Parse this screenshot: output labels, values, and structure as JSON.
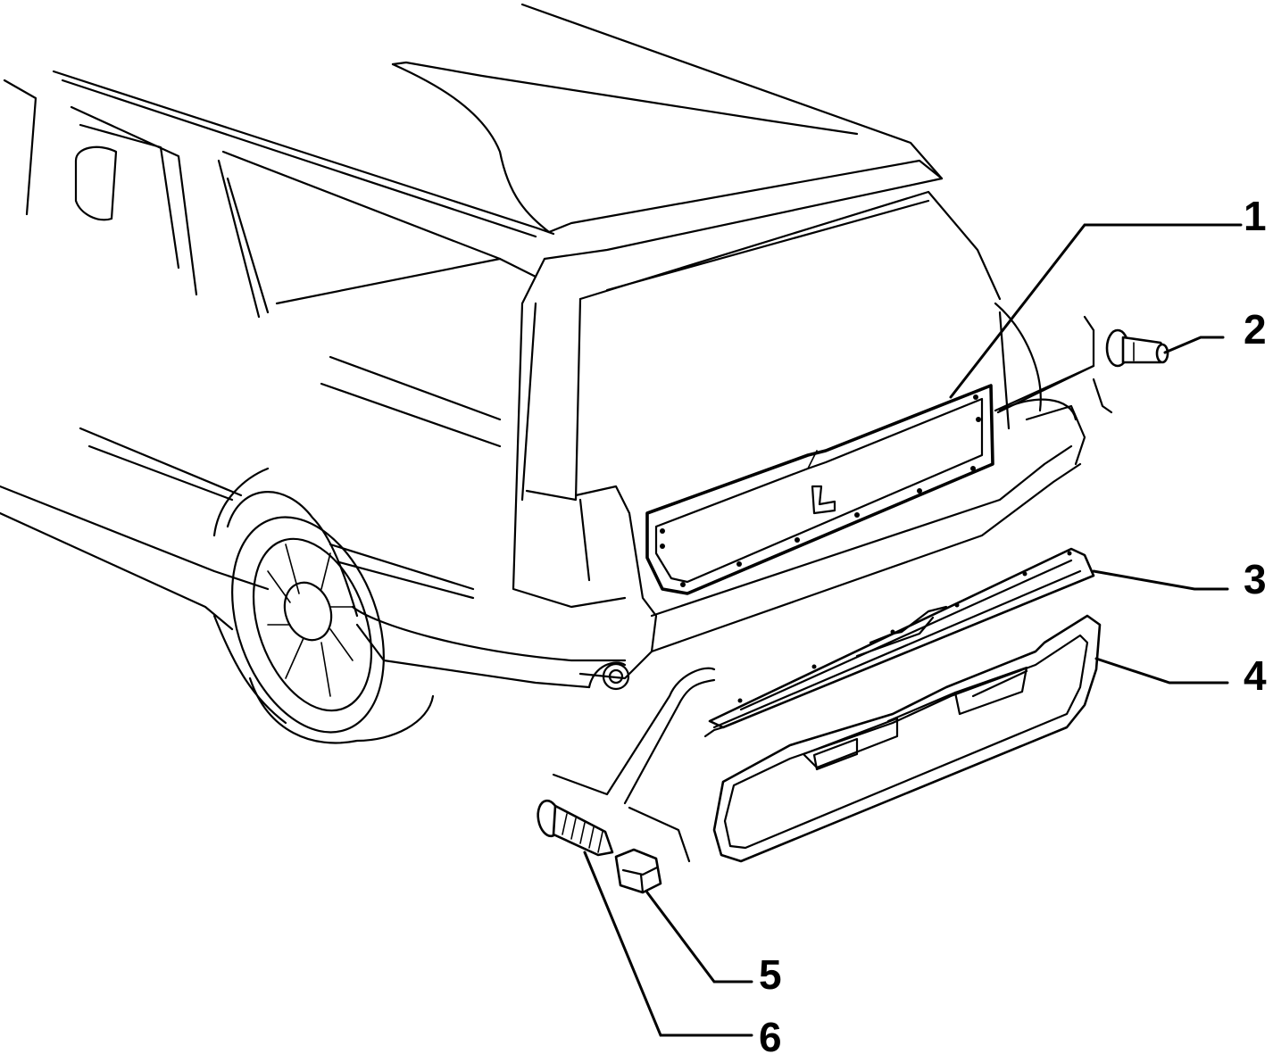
{
  "callouts": [
    {
      "id": "1",
      "label": "1"
    },
    {
      "id": "2",
      "label": "2"
    },
    {
      "id": "3",
      "label": "3"
    },
    {
      "id": "4",
      "label": "4"
    },
    {
      "id": "5",
      "label": "5"
    },
    {
      "id": "6",
      "label": "6"
    }
  ],
  "icons": [
    "car-body-outline",
    "license-plate-panel",
    "push-clip",
    "trim-strip",
    "bumper-cover",
    "screw",
    "nut"
  ]
}
